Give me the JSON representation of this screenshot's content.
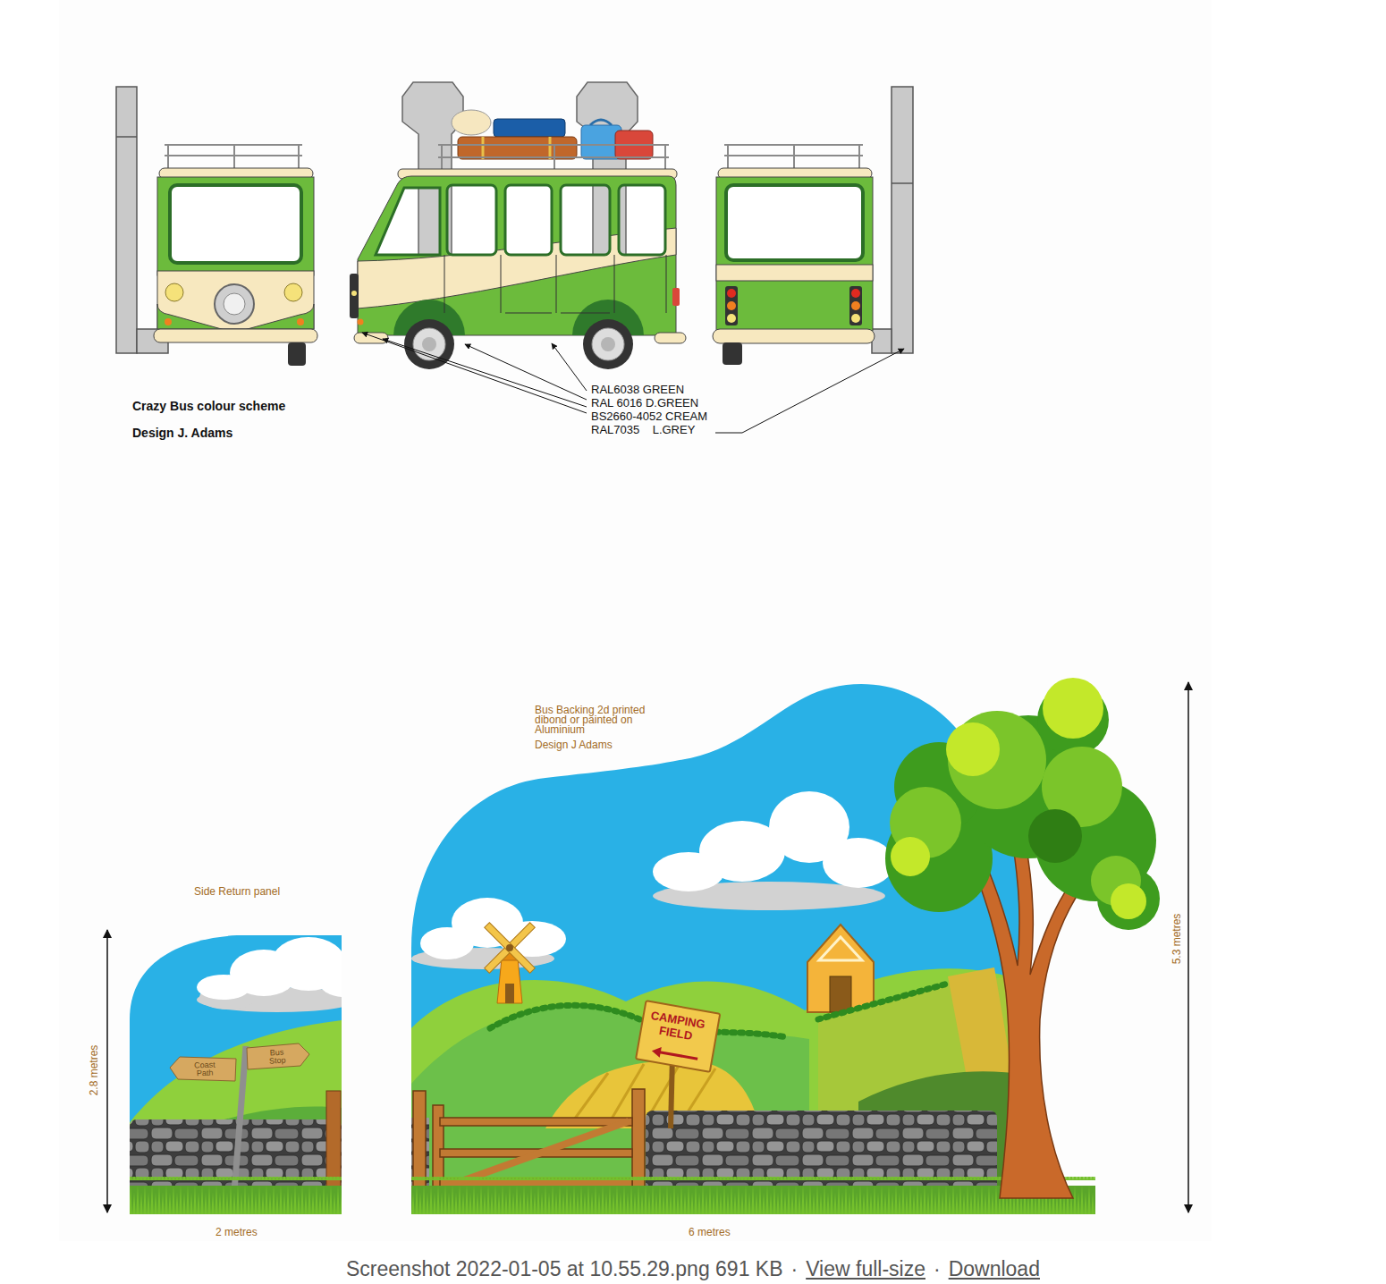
{
  "diagram": {
    "labels": [
      "Crazy Bus colour scheme",
      "Design J. Adams",
      "RAL6038 GREEN",
      "RAL 6016 D.GREEN",
      "BS2660-4052 CREAM",
      "RAL7035    L.GREY",
      "Bus Backing 2d printed dibond or painted on Aluminium",
      "Design J Adams",
      "Side Return panel",
      "2.8 metres",
      "2 metres",
      "Coast Path",
      "Bus Stop",
      "CAMPING FIELD",
      "5.3 metres",
      "6 metres",
      "Screenshot 2022-01-05 at 10.55.29.png 691 KB",
      "·",
      "View full-size",
      "·",
      "Download"
    ]
  }
}
